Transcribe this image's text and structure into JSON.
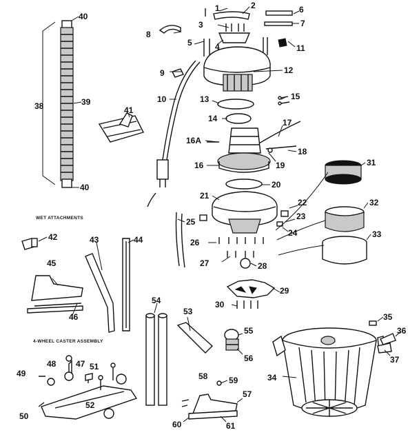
{
  "section_titles": {
    "wet_attachments": "WET ATTACHMENTS",
    "caster_assembly": "4-WHEEL CASTER ASSEMBLY"
  },
  "part_labels": {
    "p1": "1",
    "p2": "2",
    "p3": "3",
    "p4": "4",
    "p5": "5",
    "p6": "6",
    "p7": "7",
    "p8": "8",
    "p9": "9",
    "p10": "10",
    "p11": "11",
    "p12": "12",
    "p13": "13",
    "p14": "14",
    "p15": "15",
    "p16a": "16A",
    "p16": "16",
    "p17": "17",
    "p18": "18",
    "p19": "19",
    "p20": "20",
    "p21": "21",
    "p22": "22",
    "p23": "23",
    "p24": "24",
    "p25": "25",
    "p26": "26",
    "p27": "27",
    "p28": "28",
    "p29": "29",
    "p30": "30",
    "p31": "31",
    "p32": "32",
    "p33": "33",
    "p34": "34",
    "p35": "35",
    "p36": "36",
    "p37": "37",
    "p38": "38",
    "p39": "39",
    "p40a": "40",
    "p40b": "40",
    "p41": "41",
    "p42": "42",
    "p43": "43",
    "p44": "44",
    "p45": "45",
    "p46": "46",
    "p47": "47",
    "p48": "48",
    "p49": "49",
    "p50": "50",
    "p51": "51",
    "p52": "52",
    "p53": "53",
    "p54": "54",
    "p55": "55",
    "p56": "56",
    "p57": "57",
    "p58": "58",
    "p59": "59",
    "p60": "60",
    "p61": "61"
  }
}
